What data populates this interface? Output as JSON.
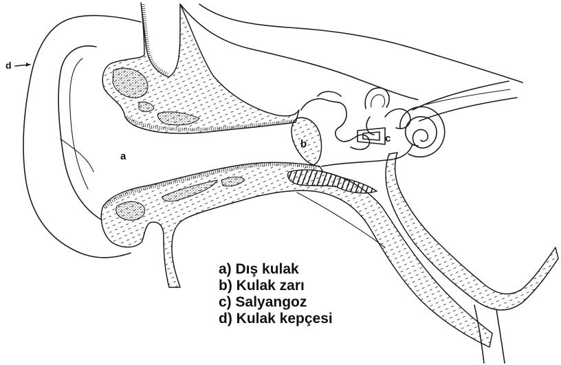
{
  "labels": {
    "a": "a",
    "b": "b",
    "c": "c",
    "d": "d"
  },
  "legend": [
    "a) Dış kulak",
    "b) Kulak zarı",
    "c) Salyangoz",
    "d) Kulak kepçesi"
  ]
}
